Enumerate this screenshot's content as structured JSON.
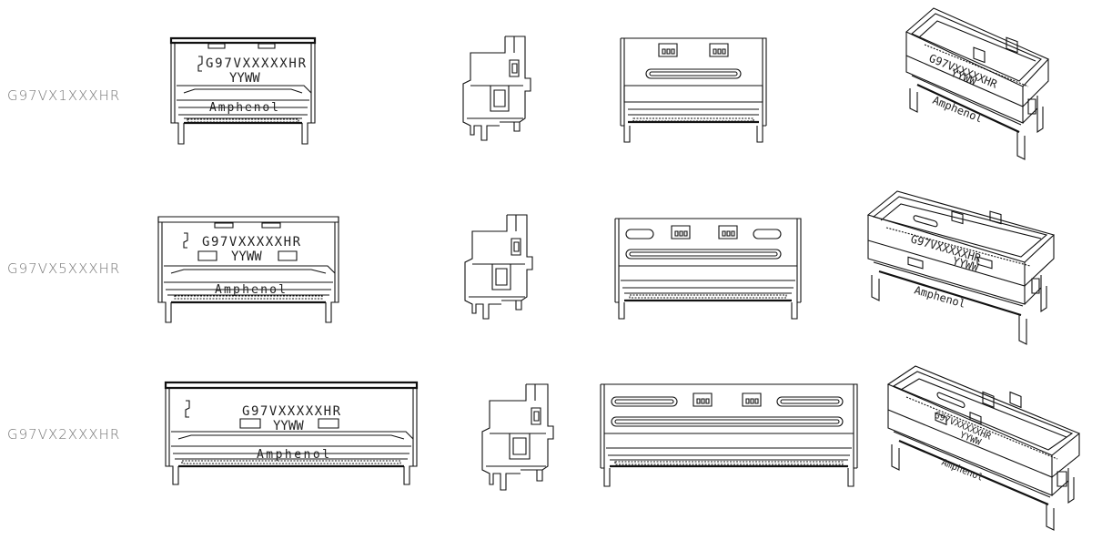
{
  "rows": [
    {
      "label": "G97VX1XXXHR",
      "part_mark": "G97VXXXXXHR",
      "date_mark": "YYWW",
      "brand": "Amphenol"
    },
    {
      "label": "G97VX5XXXHR",
      "part_mark": "G97VXXXXXHR",
      "date_mark": "YYWW",
      "brand": "Amphenol"
    },
    {
      "label": "G97VX2XXXHR",
      "part_mark": "G97VXXXXXHR",
      "date_mark": "YYWW",
      "brand": "Amphenol"
    }
  ]
}
